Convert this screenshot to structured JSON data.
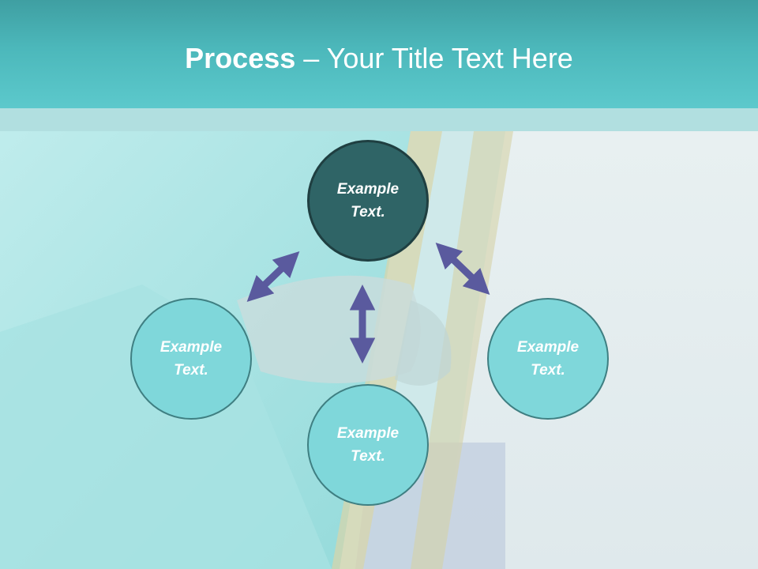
{
  "title": {
    "bold": "Process",
    "rest": " – Your Title Text Here"
  },
  "colors": {
    "header": "#4cb8bb",
    "center_node": "#2f6466",
    "outer_node": "#7fd7da",
    "arrow": "#5a5a9e"
  },
  "nodes": [
    {
      "label": "Example\nText."
    },
    {
      "label": "Example\nText."
    },
    {
      "label": "Example\nText."
    },
    {
      "label": "Example\nText."
    }
  ]
}
